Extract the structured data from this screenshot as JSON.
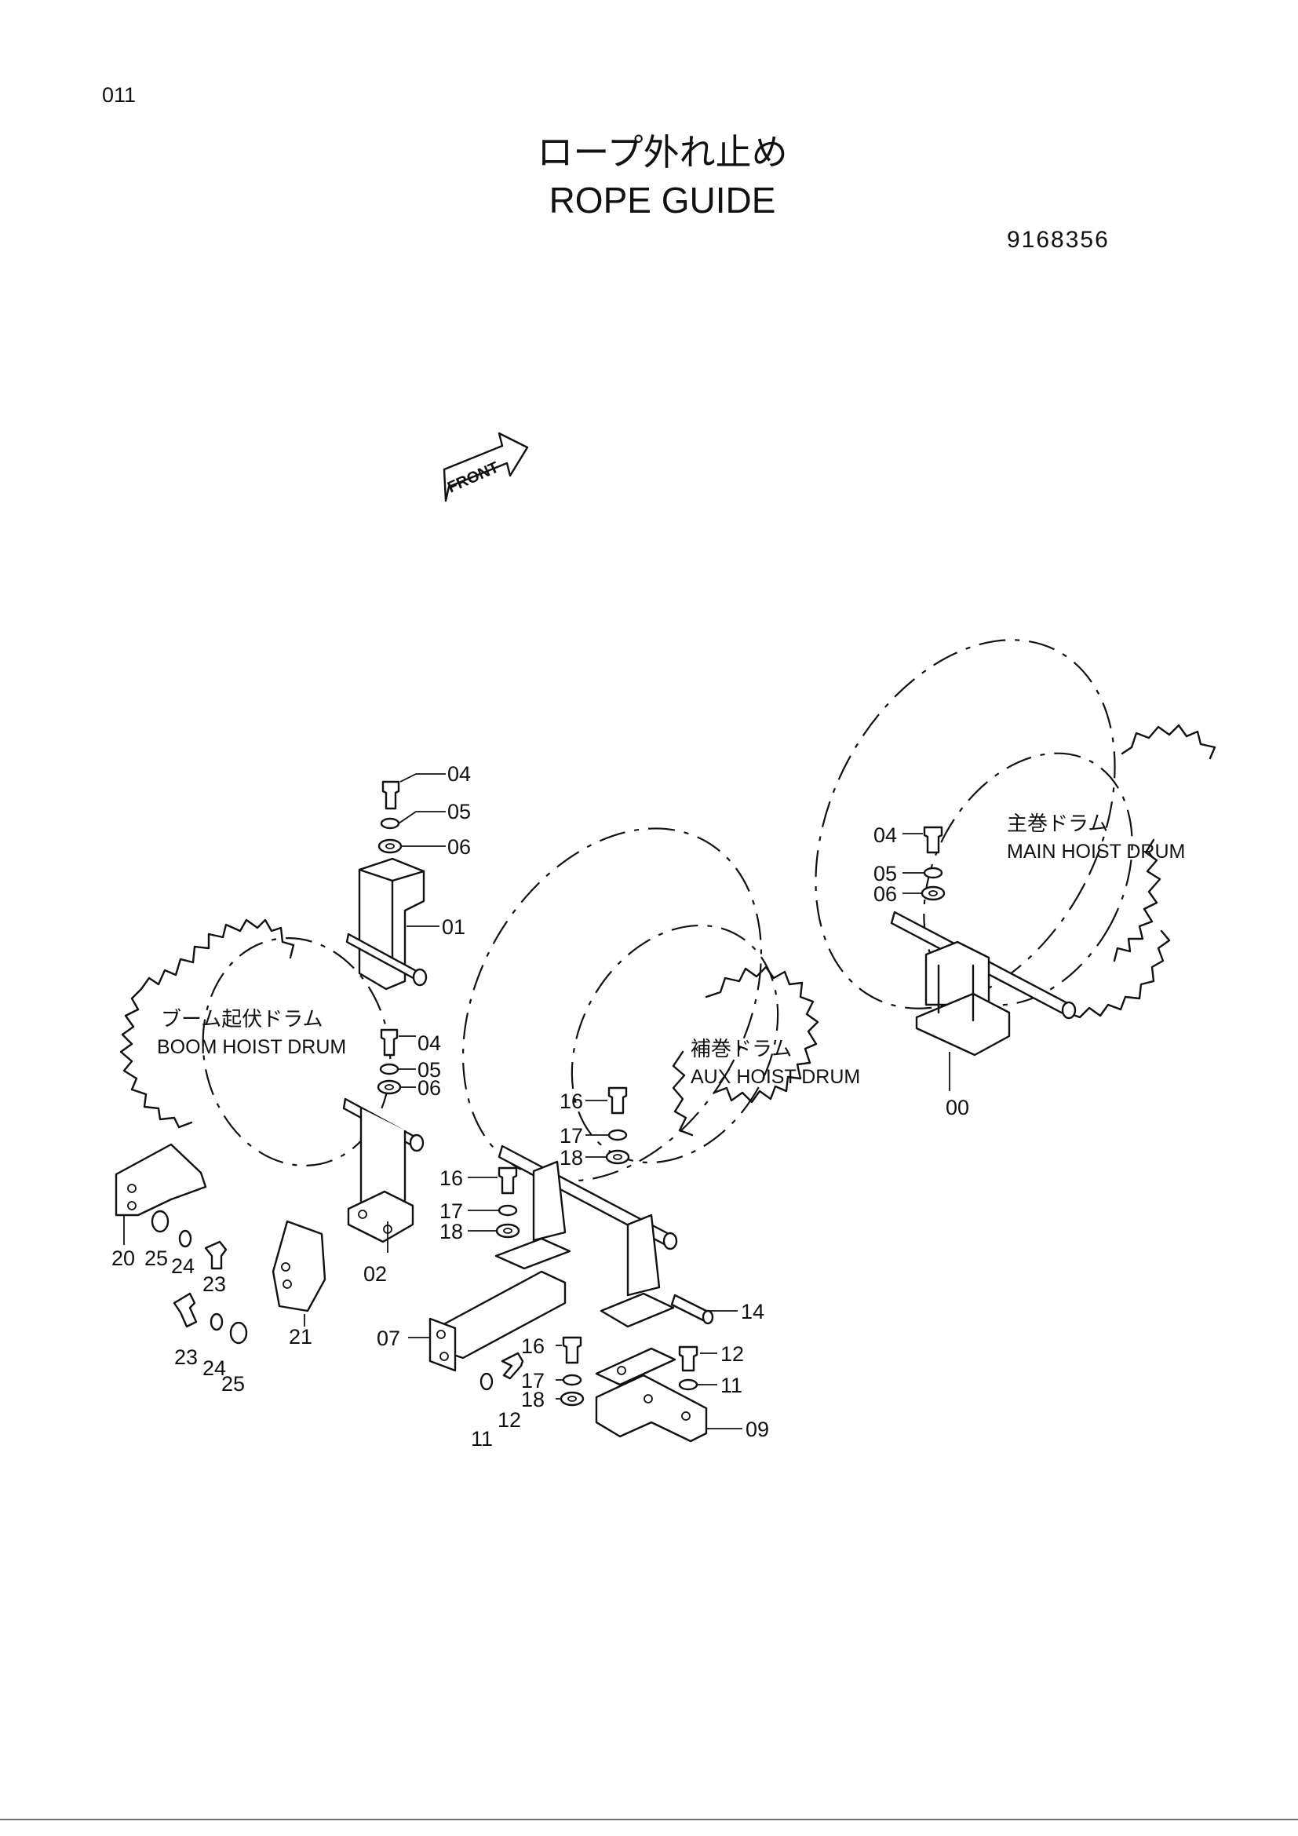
{
  "header": {
    "page_code": "011",
    "title_jp": "ロープ外れ止め",
    "title_en": "ROPE GUIDE",
    "drawing_number": "9168356"
  },
  "front_marker": {
    "label": "FRONT"
  },
  "drums": {
    "boom_jp": "ブーム起伏ドラム",
    "boom_en": "BOOM  HOIST  DRUM",
    "aux_jp": "補巻ドラム",
    "aux_en": "AUX   HOIST DRUM",
    "main_jp": "主巻ドラム",
    "main_en": "MAIN  HOIST  DRUM"
  },
  "callouts": {
    "boom_top": [
      "04",
      "05",
      "06",
      "01"
    ],
    "boom_mid": [
      "04",
      "05",
      "06",
      "02"
    ],
    "main": [
      "04",
      "05",
      "06",
      "00"
    ],
    "aux_top": [
      "16",
      "17",
      "18"
    ],
    "left_stack": [
      "16",
      "17",
      "18"
    ],
    "bracket_left": [
      "20",
      "25",
      "24",
      "23",
      "23",
      "24",
      "25",
      "21"
    ],
    "lower": [
      "07",
      "11",
      "12",
      "16",
      "17",
      "18",
      "12",
      "11",
      "09",
      "14"
    ]
  }
}
